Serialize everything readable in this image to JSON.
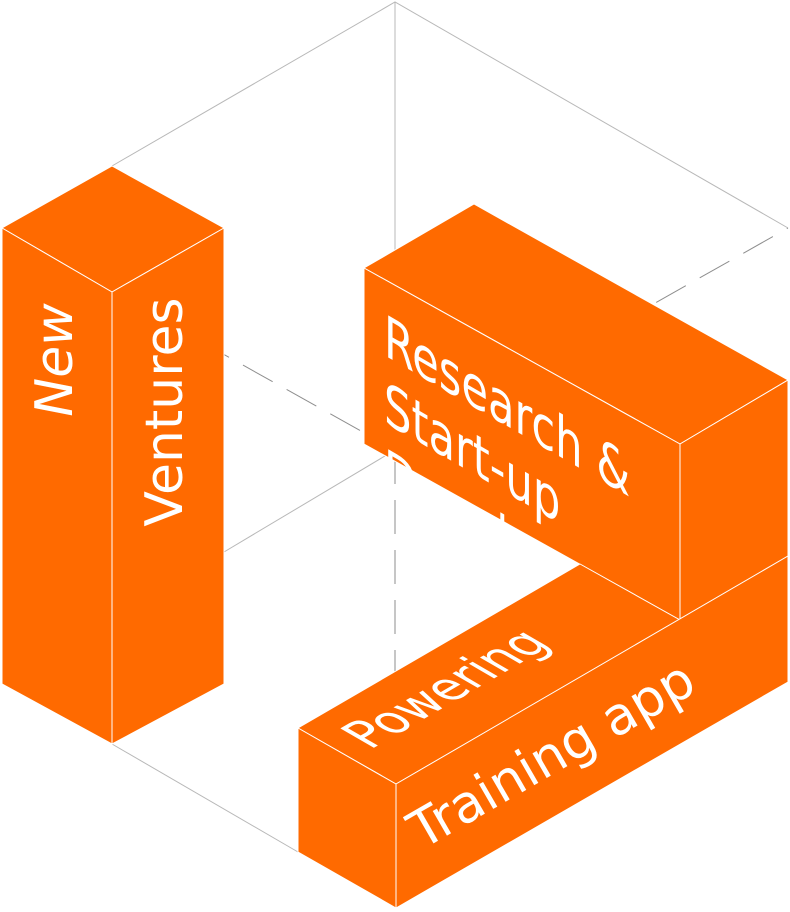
{
  "colors": {
    "block": "#ff6a00",
    "text": "#ffffff",
    "frame": "#b8b8b8"
  },
  "blocks": {
    "new_ventures": {
      "front_label": "New",
      "side_label": "Ventures"
    },
    "research": {
      "lines": [
        "Research  &",
        "Start-up",
        "Devel."
      ]
    },
    "powering": {
      "top_label": "Powering",
      "front_label": "Training app"
    }
  }
}
